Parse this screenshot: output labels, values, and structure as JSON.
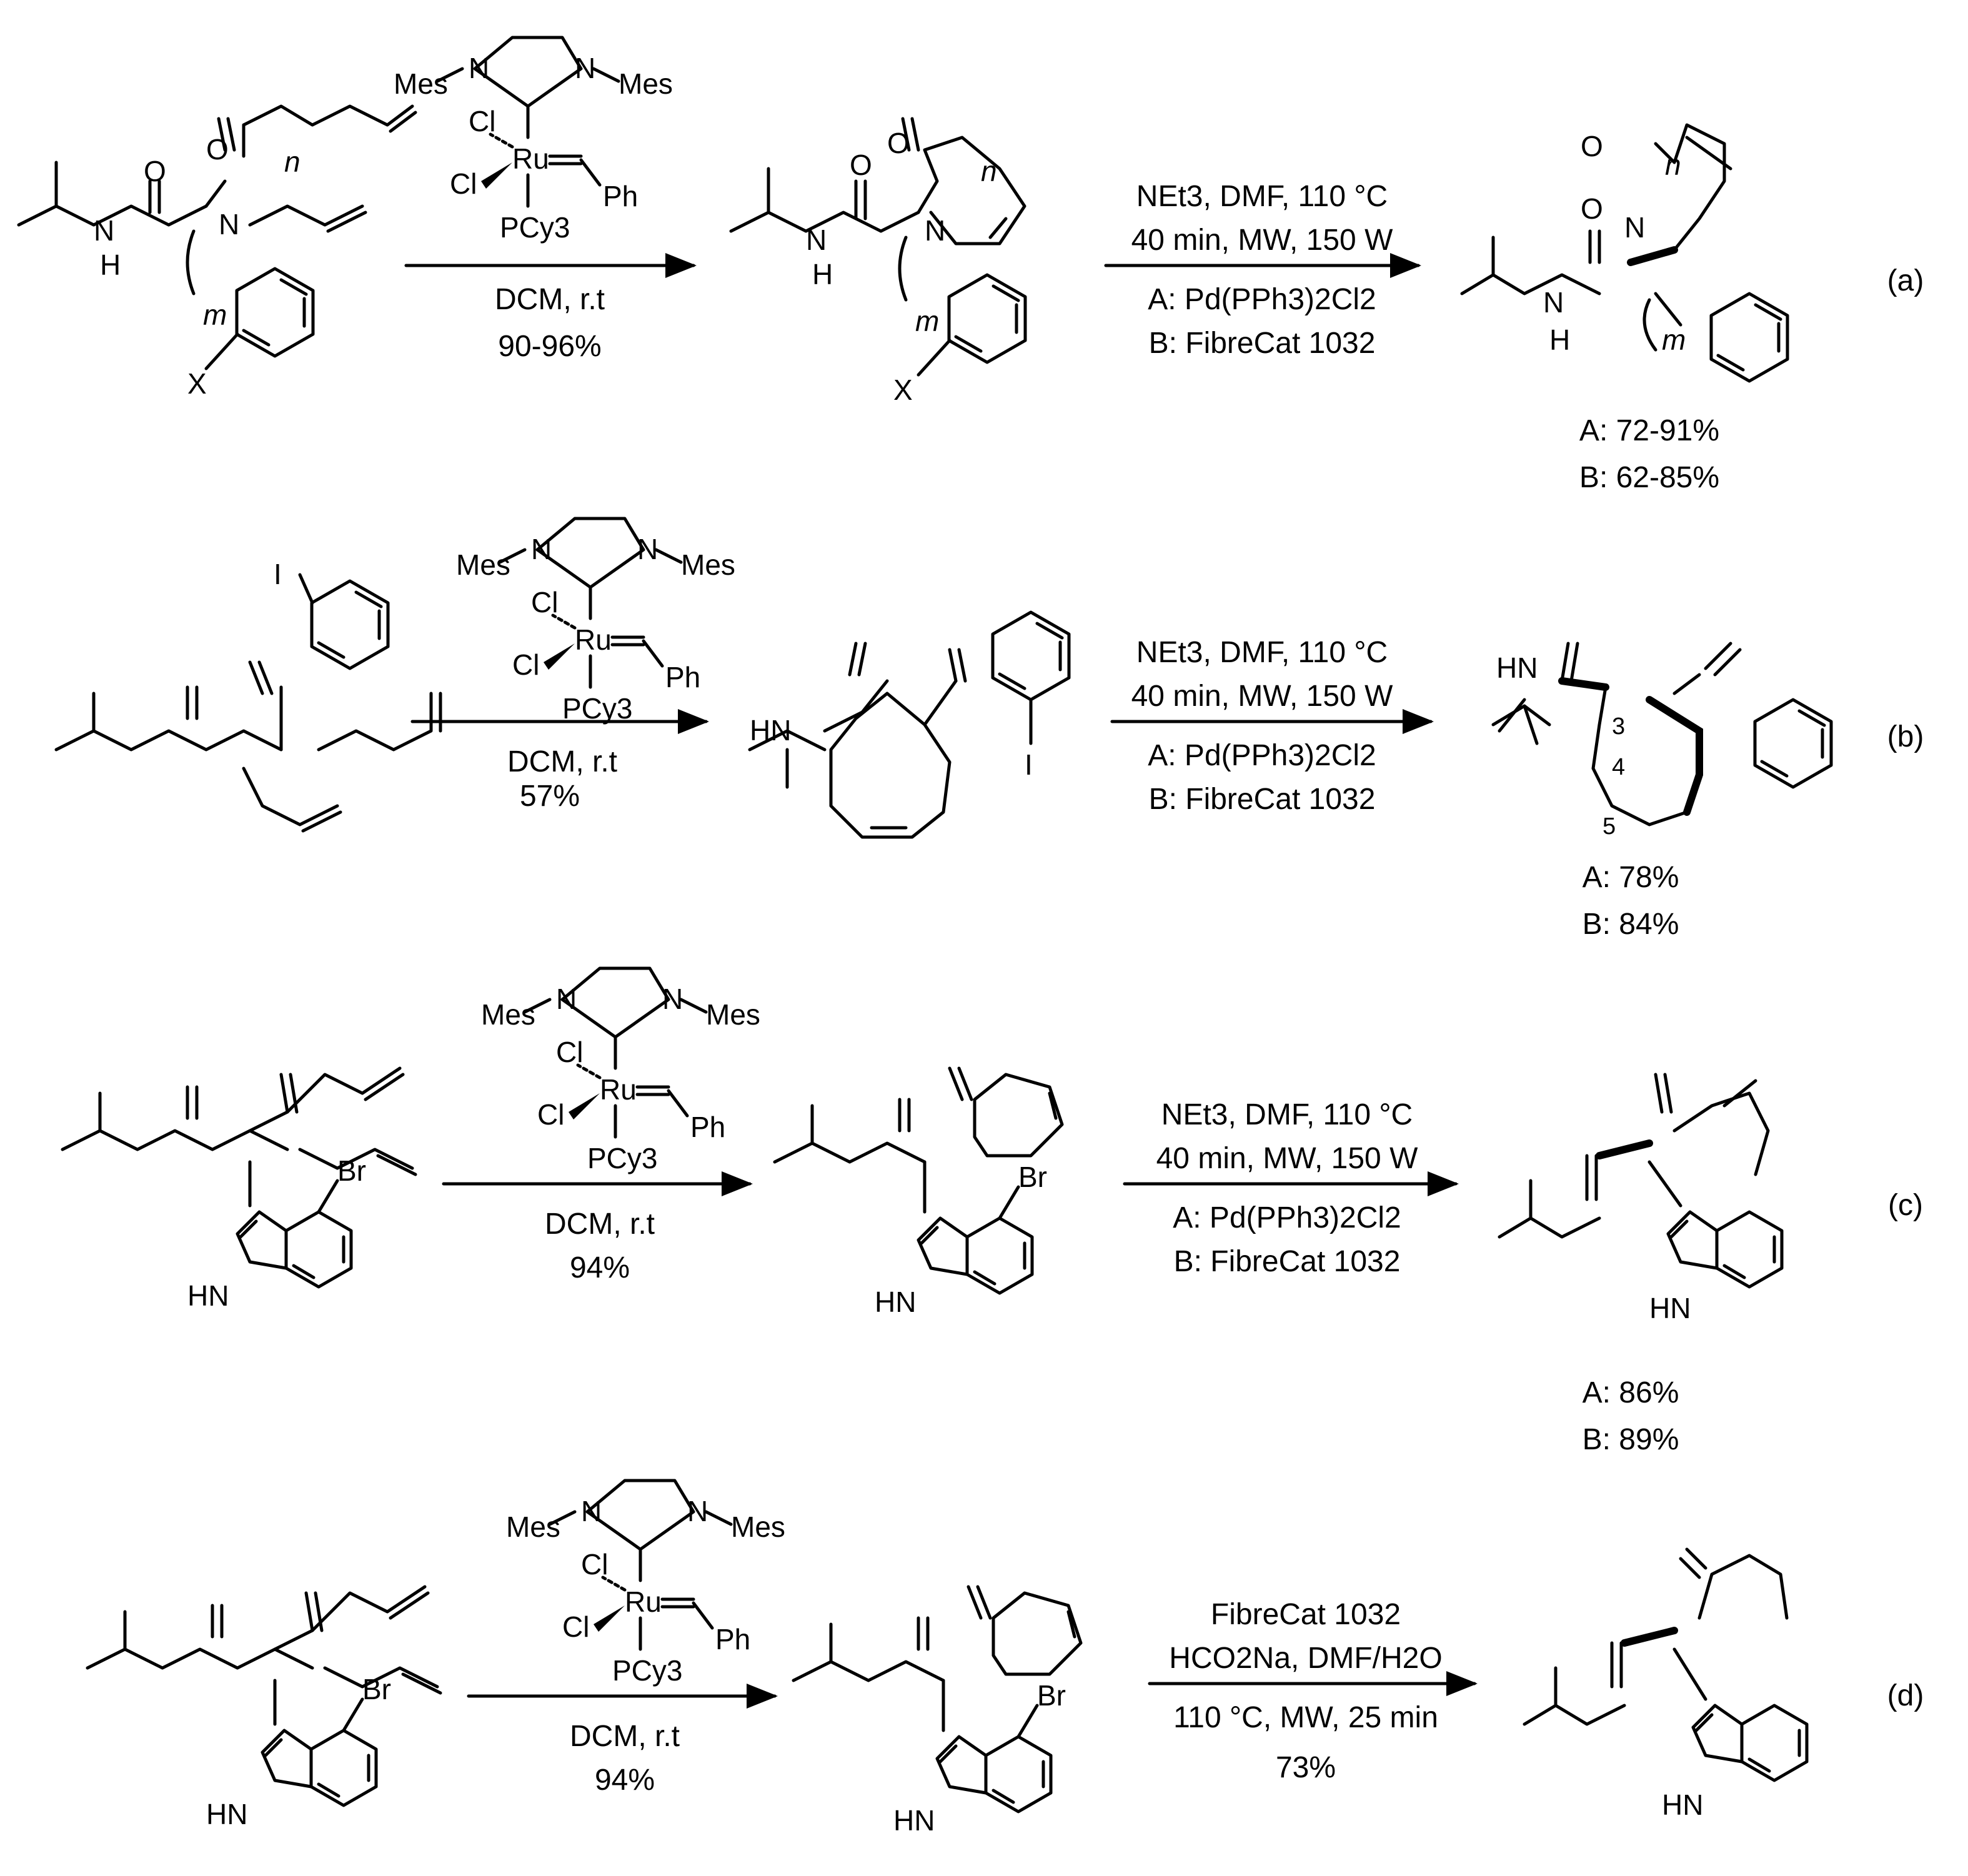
{
  "catalyst": {
    "mes_left": "Mes",
    "mes_right": "Mes",
    "n1": "N",
    "n2": "N",
    "cl1": "Cl",
    "cl2": "Cl",
    "ru": "Ru",
    "ph": "Ph",
    "pcy3": "PCy3"
  },
  "rows": [
    {
      "tag": "(a)",
      "step1": {
        "solvent": "DCM, r.t",
        "yield": "90-96%"
      },
      "step2": {
        "lines": [
          "NEt3, DMF, 110 °C",
          "40 min, MW, 150 W",
          "A: Pd(PPh3)2Cl2",
          "B:  FibreCat 1032"
        ]
      },
      "yields": [
        "A: 72-91%",
        "B: 62-85%"
      ],
      "labels": {
        "n": "n",
        "m": "m",
        "x": "X",
        "o": "O",
        "nh": "H",
        "N": "N"
      }
    },
    {
      "tag": "(b)",
      "step1": {
        "solvent": "DCM, r.t",
        "yield": "57%"
      },
      "step2": {
        "lines": [
          "NEt3, DMF, 110 °C",
          "40 min, MW, 150 W",
          "A: Pd(PPh3)2Cl2",
          "B:  FibreCat 1032"
        ]
      },
      "yields": [
        "A: 78%",
        "B: 84%"
      ],
      "labels": {
        "i": "I",
        "hn": "HN",
        "n3": "3",
        "n4": "4",
        "n5": "5"
      }
    },
    {
      "tag": "(c)",
      "step1": {
        "solvent": "DCM, r.t",
        "yield": "94%"
      },
      "step2": {
        "lines": [
          "NEt3, DMF, 110 °C",
          "40 min, MW, 150 W",
          "A: Pd(PPh3)2Cl2",
          "B:  FibreCat 1032"
        ]
      },
      "yields": [
        "A: 86%",
        "B: 89%"
      ],
      "labels": {
        "br": "Br",
        "hn": "HN"
      }
    },
    {
      "tag": "(d)",
      "step1": {
        "solvent": "DCM, r.t",
        "yield": "94%"
      },
      "step2": {
        "lines": [
          "FibreCat 1032",
          "HCO2Na, DMF/H2O",
          "110 °C, MW, 25 min",
          "73%"
        ]
      },
      "yields": [],
      "labels": {
        "br": "Br",
        "hn": "HN"
      }
    }
  ]
}
